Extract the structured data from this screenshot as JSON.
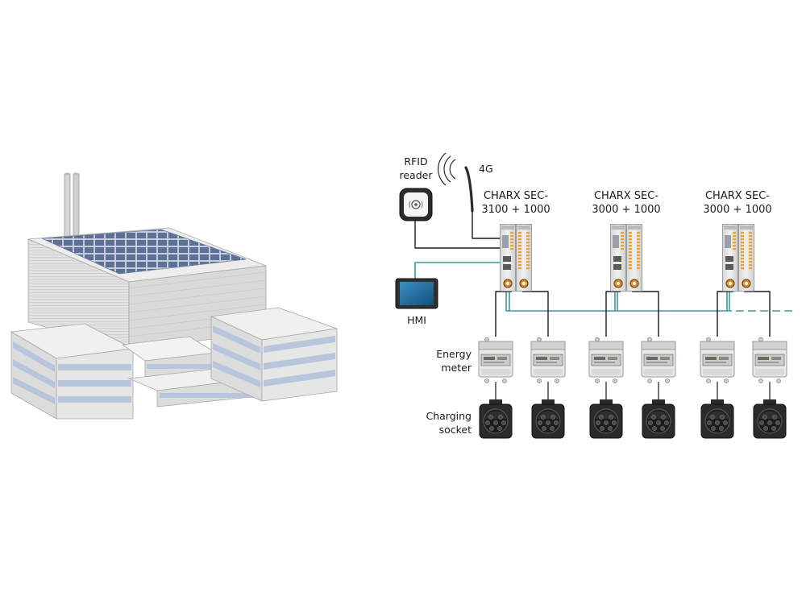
{
  "labels": {
    "rfid_line1": "RFID",
    "rfid_line2": "reader",
    "cellular": "4G",
    "hmi": "HMI",
    "energy_meter_line1": "Energy",
    "energy_meter_line2": "meter",
    "charging_socket_line1": "Charging",
    "charging_socket_line2": "socket"
  },
  "controllers": [
    {
      "name_line1": "CHARX SEC-",
      "name_line2": "3100 + 1000"
    },
    {
      "name_line1": "CHARX SEC-",
      "name_line2": "3000 + 1000"
    },
    {
      "name_line1": "CHARX SEC-",
      "name_line2": "3000 + 1000"
    }
  ],
  "colors": {
    "ethernet_line": "#3a9a9a",
    "wire": "#1a1a1a",
    "device_body": "#e6e6e6",
    "terminal_orange": "#e8a23a",
    "solar_panel": "#6b7f9e",
    "building_wall": "#e4e4e4",
    "window_band": "#b8c6dc"
  }
}
